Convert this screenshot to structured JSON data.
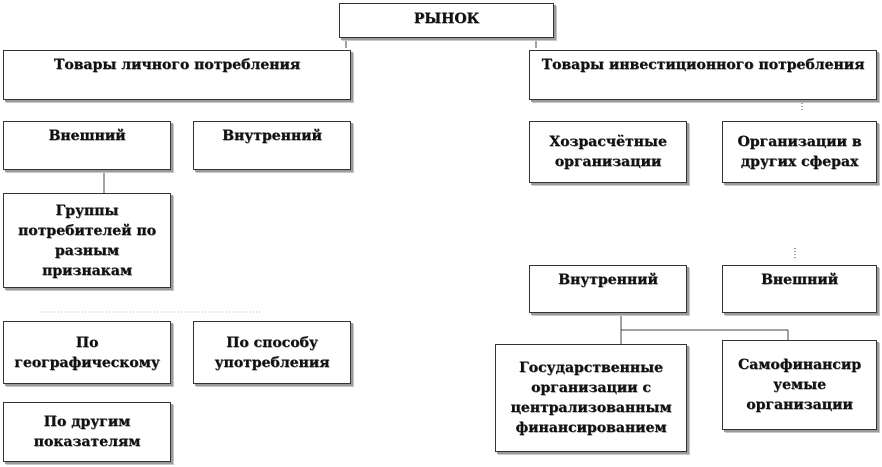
{
  "diagram": {
    "root": "РЫНОК",
    "left_branch": {
      "title": "Товары личного потребления",
      "external": "Внешний",
      "internal": "Внутренний",
      "consumer_groups": "Группы\nпотребителей по\nразным\nпризнакам",
      "by_geography": "По\nгеографическому",
      "by_usage": "По способу\nупотребления",
      "by_other": "По другим\nпоказателям"
    },
    "right_branch": {
      "title": "Товары инвестиционного потребления",
      "self_financing_orgs": "Хозрасчётные\nорганизации",
      "other_sphere_orgs": "Организации в\nдругих сферах",
      "internal": "Внутренний",
      "external": "Внешний",
      "state_orgs": "Государственные\nорганизации с\nцентрализованным\nфинансированием",
      "selffinanced_orgs": "Самофинансир\nуемые\nорганизации"
    }
  },
  "colors": {
    "border": "#333333",
    "shadow": "#9a9a9a",
    "text": "#111111",
    "background": "#ffffff"
  }
}
